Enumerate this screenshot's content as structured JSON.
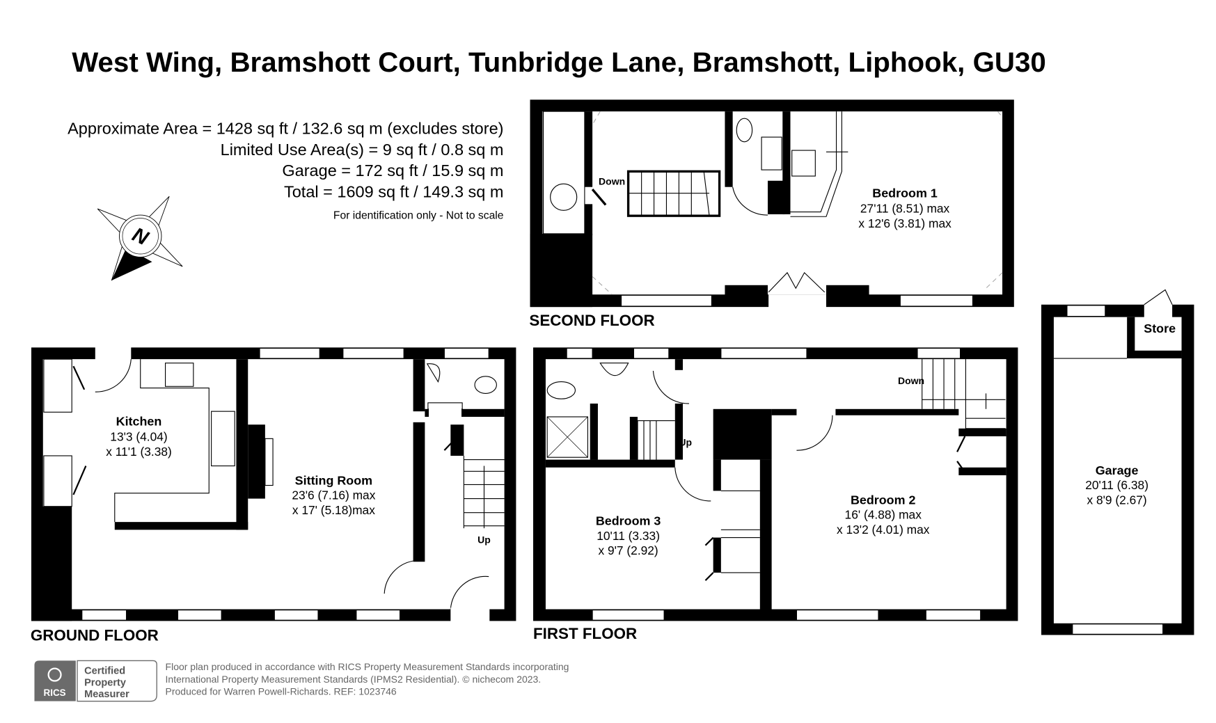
{
  "title": "West Wing, Bramshott Court, Tunbridge Lane, Bramshott, Liphook, GU30",
  "areas": {
    "approx": "Approximate Area = 1428 sq ft / 132.6 sq m (excludes store)",
    "limited": "Limited Use Area(s) = 9 sq ft / 0.8 sq m",
    "garage": "Garage = 172 sq ft / 15.9 sq m",
    "total": "Total = 1609 sq ft / 149.3 sq m",
    "disclaimer": "For identification only - Not to scale"
  },
  "compass": {
    "label": "N"
  },
  "floors": {
    "second": {
      "label": "SECOND FLOOR",
      "down": "Down",
      "bedroom1": {
        "name": "Bedroom 1",
        "dim1": "27'11 (8.51) max",
        "dim2": "x 12'6 (3.81) max"
      }
    },
    "ground": {
      "label": "GROUND FLOOR",
      "up": "Up",
      "kitchen": {
        "name": "Kitchen",
        "dim1": "13'3 (4.04)",
        "dim2": "x 11'1 (3.38)"
      },
      "sitting": {
        "name": "Sitting Room",
        "dim1": "23'6 (7.16) max",
        "dim2": "x 17' (5.18)max"
      }
    },
    "first": {
      "label": "FIRST FLOOR",
      "up": "Up",
      "down": "Down",
      "bedroom3": {
        "name": "Bedroom 3",
        "dim1": "10'11 (3.33)",
        "dim2": "x 9'7 (2.92)"
      },
      "bedroom2": {
        "name": "Bedroom 2",
        "dim1": "16' (4.88) max",
        "dim2": "x 13'2 (4.01) max"
      }
    },
    "garage": {
      "store": "Store",
      "name": "Garage",
      "dim1": "20'11 (6.38)",
      "dim2": "x 8'9 (2.67)"
    }
  },
  "footer": {
    "badge": {
      "rics": "RICS",
      "line1": "Certified",
      "line2": "Property",
      "line3": "Measurer"
    },
    "line1": "Floor plan produced in accordance with RICS Property Measurement Standards incorporating",
    "line2": "International Property Measurement Standards (IPMS2 Residential).   © nichecom 2023.",
    "line3": "Produced for Warren Powell-Richards.   REF:  1023746"
  }
}
